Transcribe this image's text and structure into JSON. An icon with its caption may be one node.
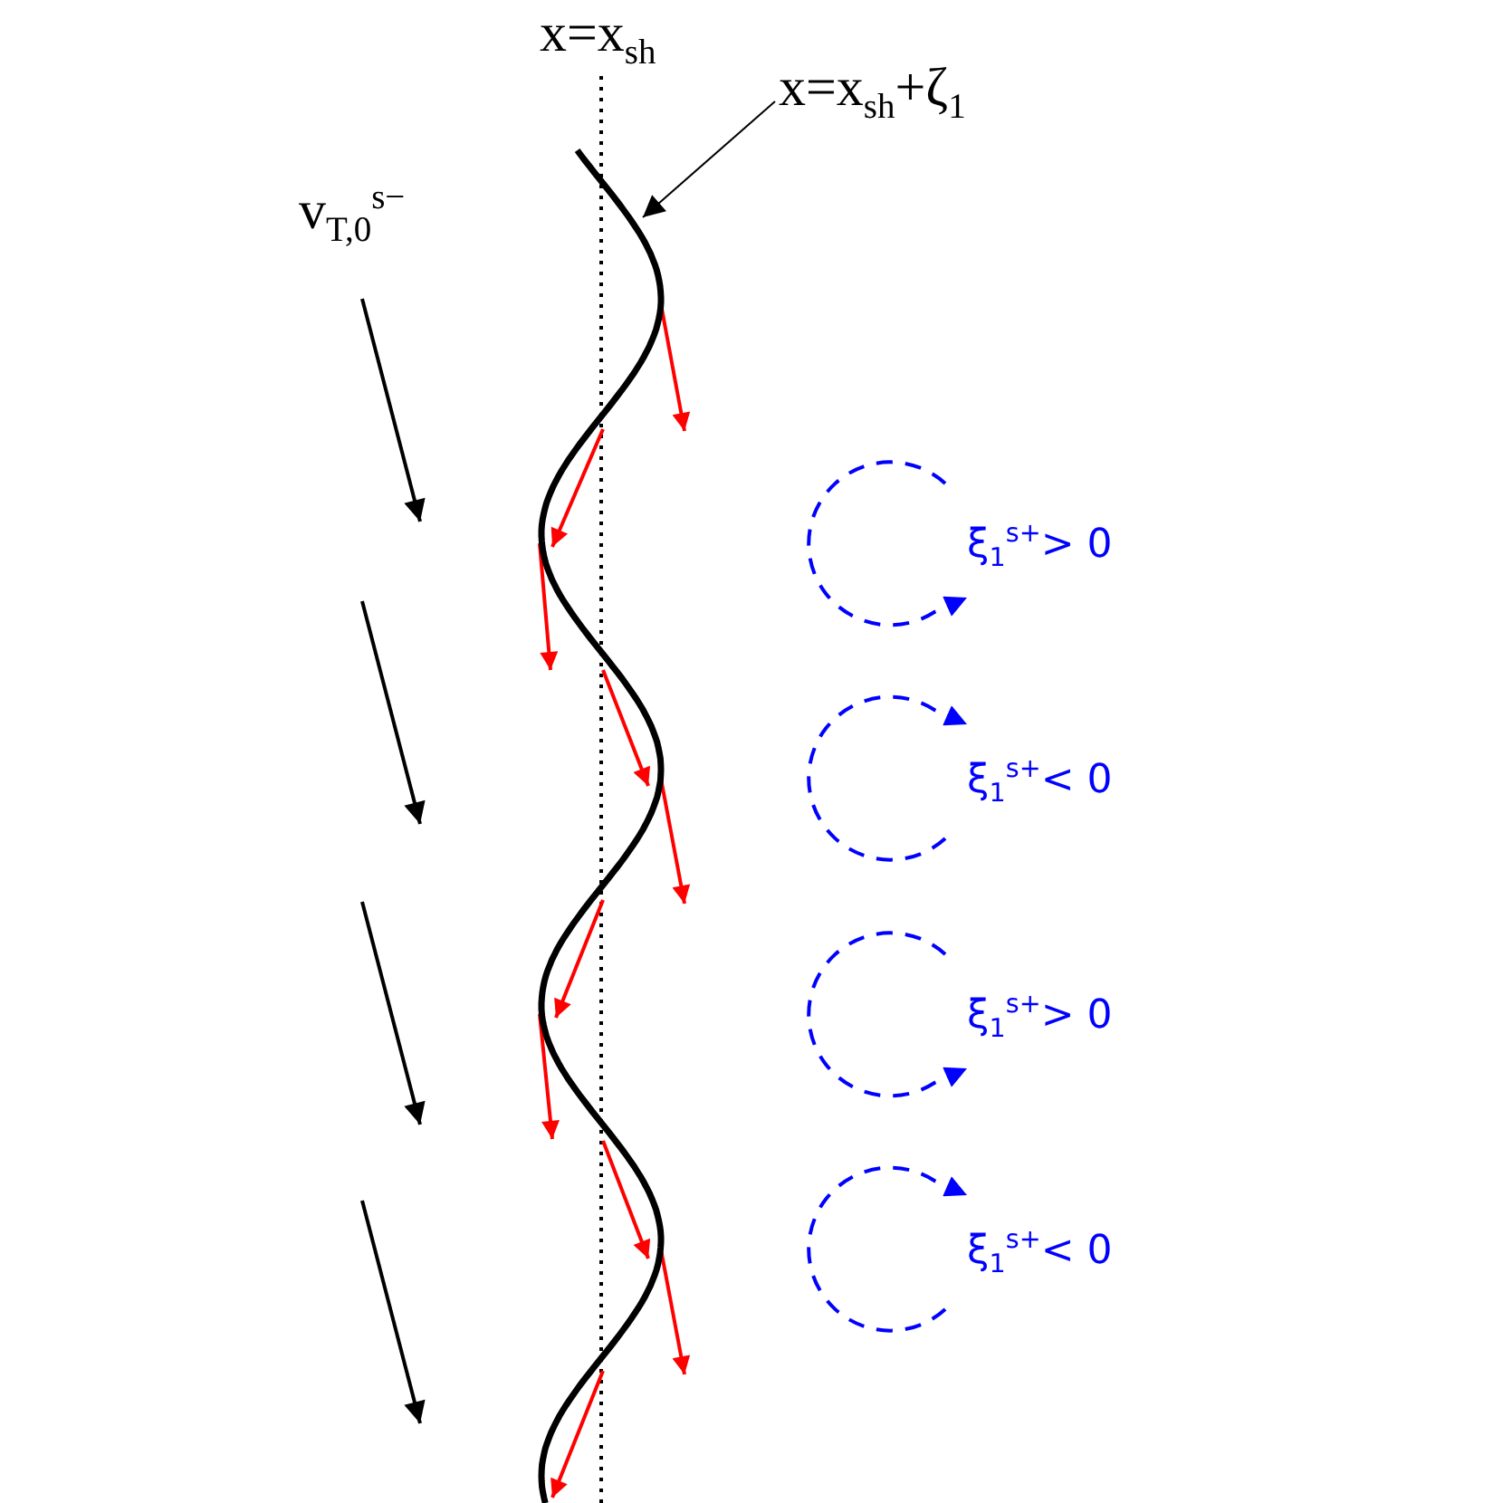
{
  "diagram": {
    "nodes": [
      {
        "text": [
          "x=x$_{sh}$+ζ$_{1}$"
        ]
      },
      {
        "text": [],
        "shape": "curve"
      },
      {
        "text": [],
        "shape": "circle",
        "beside": [
          "ξ$_{1}$$^{s+}$> 0"
        ]
      },
      {
        "text": [],
        "shape": "circle",
        "beside": [
          "ξ$_{1}$$^{s+}$< 0"
        ]
      },
      {
        "text": [],
        "shape": "circle",
        "beside": [
          "ξ$_{1}$$^{s+}$> 0"
        ]
      },
      {
        "text": [],
        "shape": "circle",
        "beside": [
          "ξ$_{1}$$^{s+}$< 0"
        ]
      }
    ],
    "edges": [
      {
        "from": 0,
        "to": 1,
        "arrow": "to"
      }
    ],
    "labels": [
      "x=x$_{sh}$",
      "v$_{T,0}$$^{s−}$"
    ]
  }
}
